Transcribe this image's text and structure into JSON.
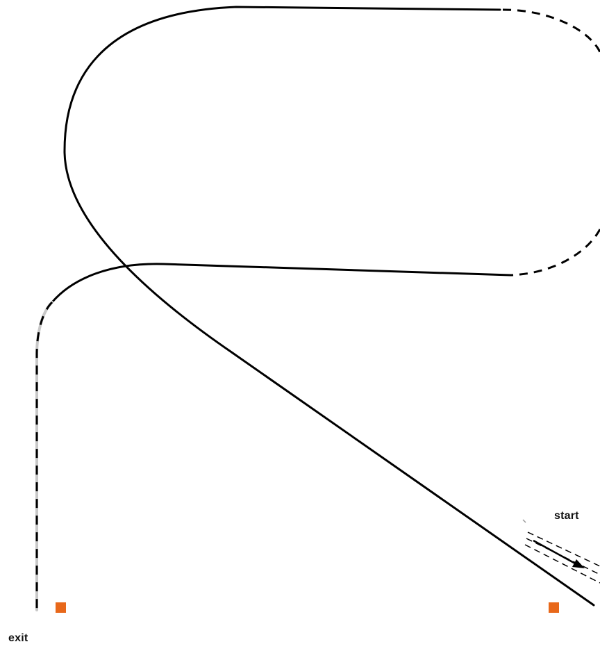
{
  "labels": {
    "start": "start",
    "exit": "exit"
  },
  "colors": {
    "track": "#000000",
    "exit_lane_highlight": "#c8c8c8",
    "marker": "#e8681a",
    "background": "#ffffff"
  },
  "elements": {
    "markers": [
      "exit-marker",
      "start-marker"
    ],
    "track_segments": [
      "diagonal-track",
      "upper-loop",
      "lower-loop",
      "exit-lane"
    ],
    "arrow": "start-direction-arrow"
  }
}
